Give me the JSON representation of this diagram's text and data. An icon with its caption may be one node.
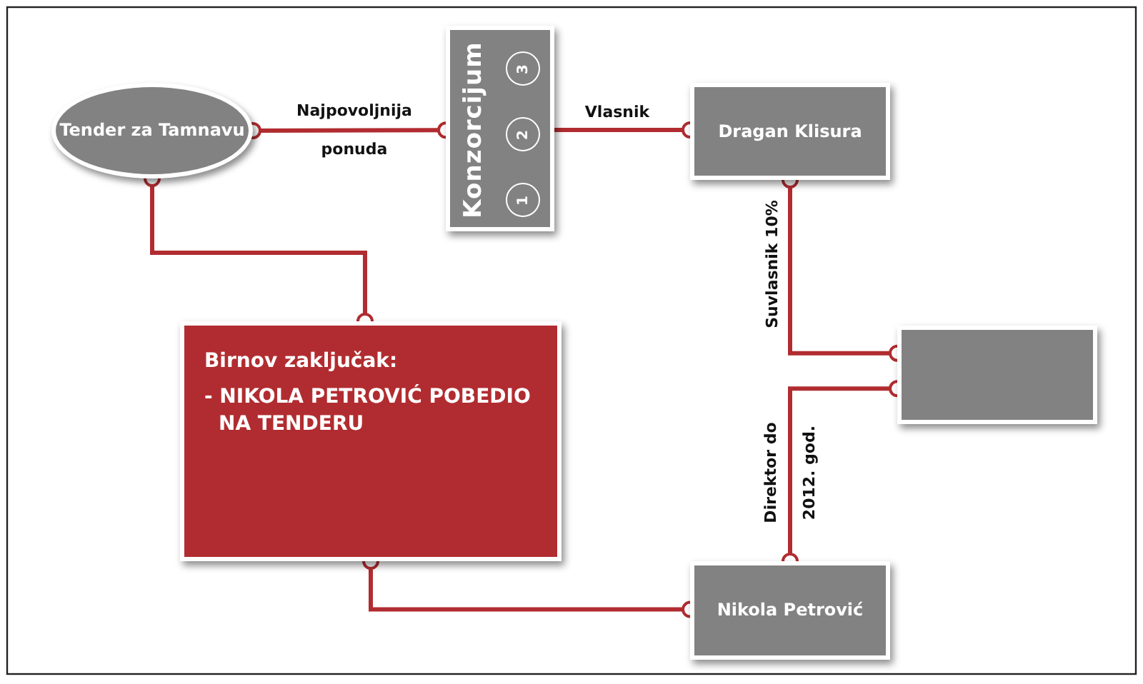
{
  "diagram": {
    "nodes": [
      {
        "text": [
          "Tender za Tamnavu"
        ]
      },
      {
        "text": [
          "Konzorcijum"
        ]
      },
      {
        "text": [
          "3"
        ],
        "in": 1
      },
      {
        "text": [
          "2"
        ],
        "in": 1
      },
      {
        "text": [
          "1"
        ],
        "in": 1
      },
      {
        "text": [
          "Dragan Klisura"
        ]
      },
      {
        "text": [
          "Birnov zaključak:",
          "- NIKOLA PETROVIĆ POBEDIO NA TENDERU"
        ]
      },
      {
        "text": [],
        "shape": "box"
      },
      {
        "text": [
          "Nikola Petrović"
        ]
      }
    ],
    "edges": [
      {
        "from": 0,
        "to": 1,
        "arrow": "other",
        "label": "Najpovoljnija ponuda"
      },
      {
        "from": 3,
        "to": 5,
        "arrow": "other",
        "label": "Vlasnik"
      },
      {
        "from": 5,
        "to": 7,
        "arrow": "other",
        "label": "Suvlasnik 10%"
      },
      {
        "from": 7,
        "to": 8,
        "arrow": "other",
        "label": "Direktor do 2012. god."
      },
      {
        "from": 0,
        "to": 6,
        "arrow": "other"
      },
      {
        "from": 6,
        "to": 8,
        "arrow": "other"
      }
    ]
  }
}
